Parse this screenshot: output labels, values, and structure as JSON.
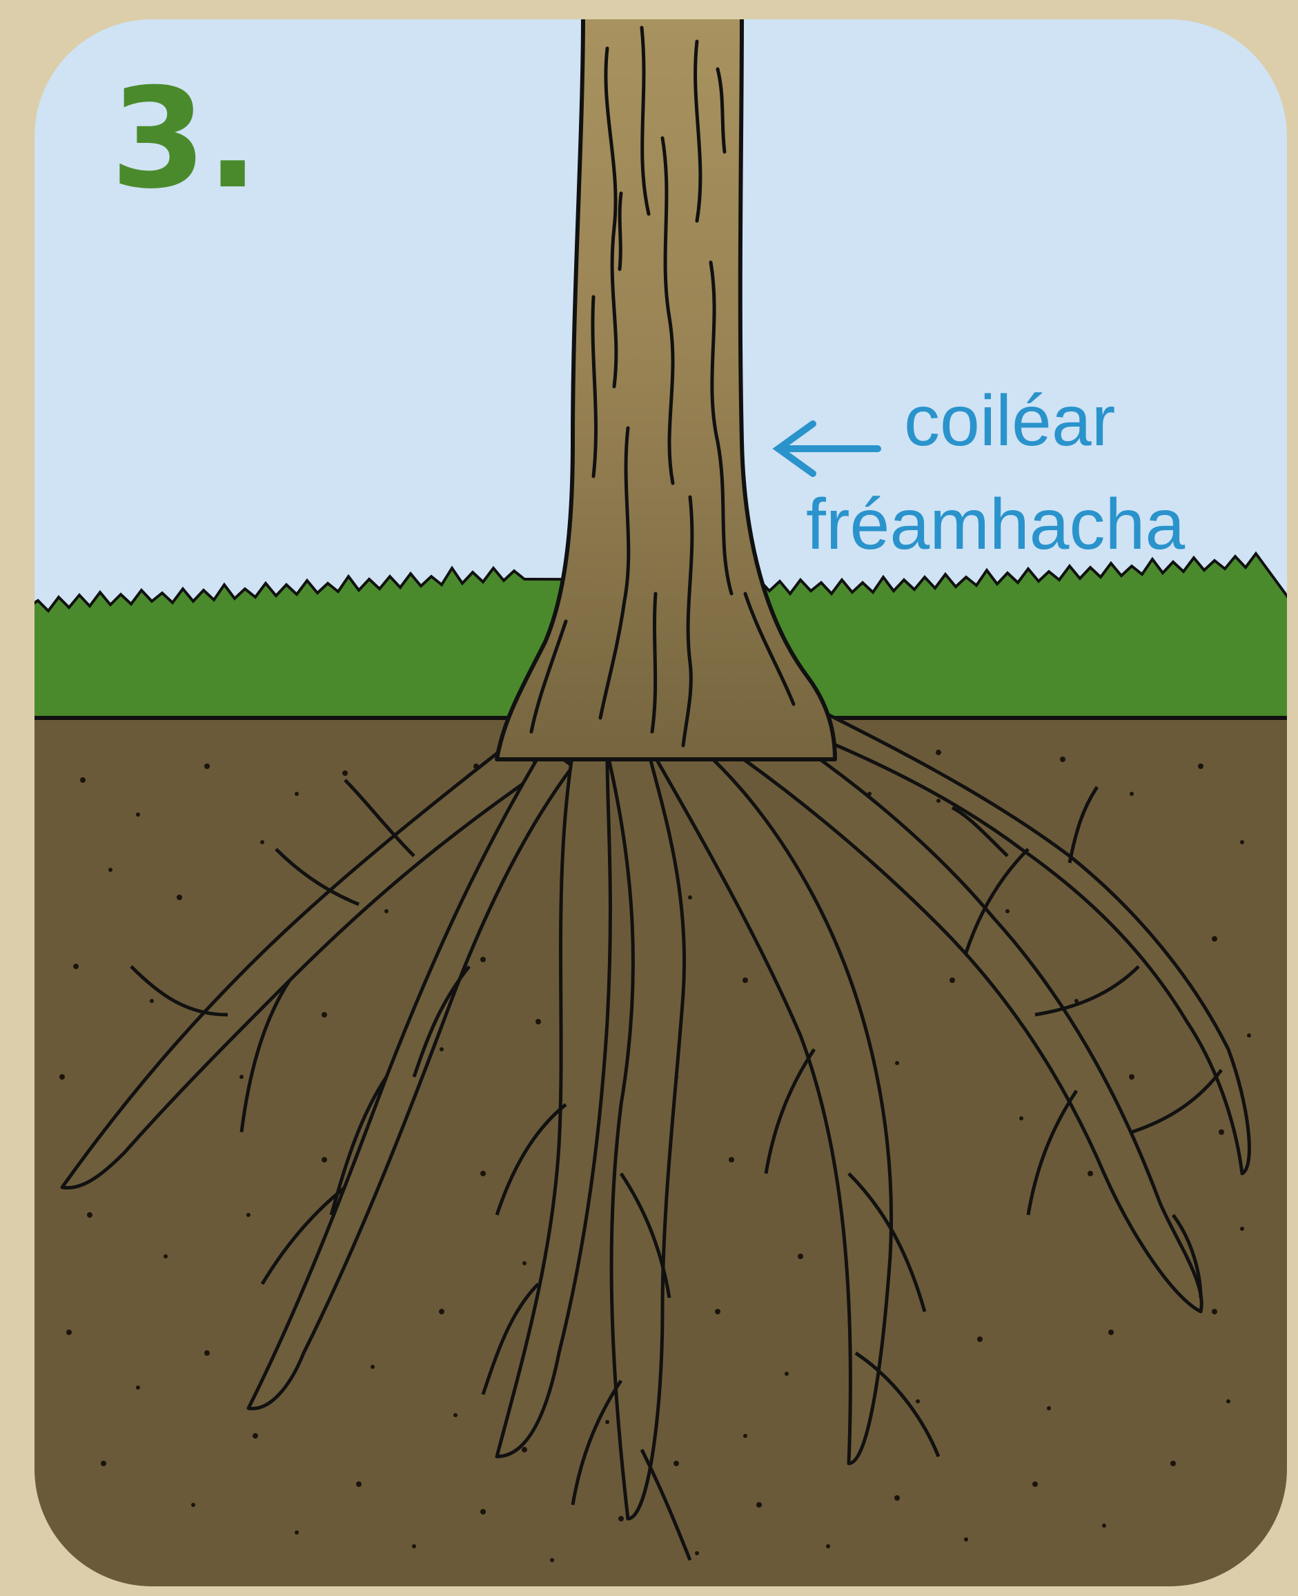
{
  "panel": {
    "step_number": "3.",
    "label_line_1": "coiléar",
    "label_line_2": "fréamhacha"
  },
  "colors": {
    "background": "#dcceaa",
    "sky": "#cfe3f4",
    "grass": "#4a8a2c",
    "soil": "#6b5a3a",
    "trunk_top": "#a8925f",
    "trunk_bottom": "#7a6844",
    "root_fill": "#6e5e3c",
    "outline": "#111111",
    "step_number": "#4a8a2c",
    "label": "#2a93cc"
  }
}
